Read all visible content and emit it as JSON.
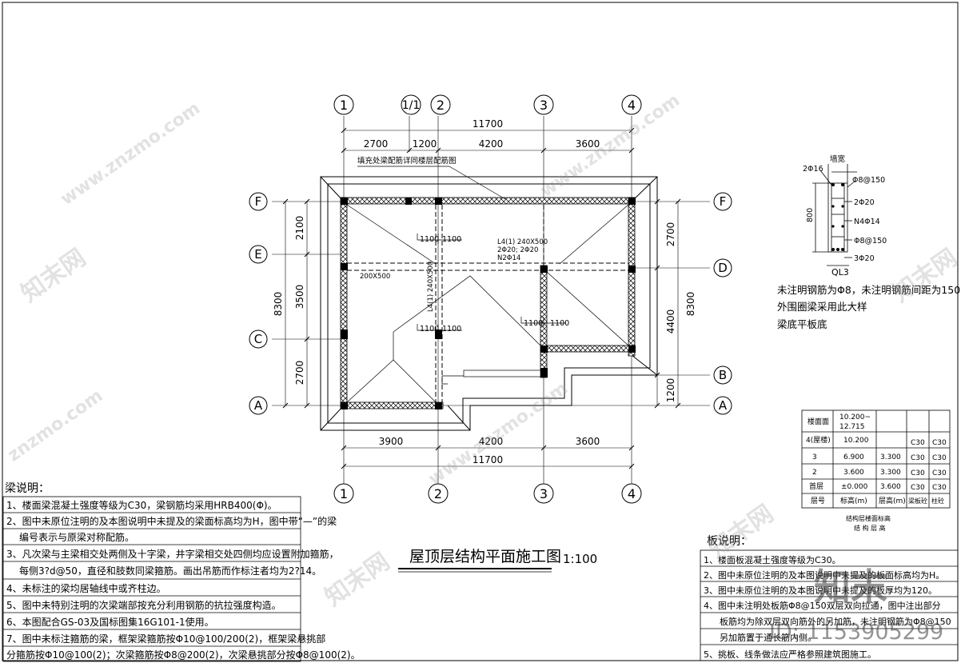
{
  "drawing": {
    "title": "屋顶层结构平面施工图",
    "scale": "1:100",
    "axes_top": [
      "1",
      "1/1",
      "2",
      "3",
      "4"
    ],
    "axes_bottom": [
      "1",
      "2",
      "3",
      "4"
    ],
    "axes_left": [
      "F",
      "E",
      "C",
      "A"
    ],
    "axes_right": [
      "F",
      "D",
      "B",
      "A"
    ],
    "dims_top_total": "11700",
    "dims_top": [
      "2700",
      "1200",
      "4200",
      "3600"
    ],
    "dims_bottom": [
      "3900",
      "4200",
      "3600"
    ],
    "dims_bottom_total": "11700",
    "dims_left": [
      "2100",
      "3500",
      "2700"
    ],
    "dims_left_total": "8300",
    "dims_right": [
      "2700",
      "4400",
      "1200"
    ],
    "dims_right_total": "8300",
    "leader_note": "填充处梁配筋详同楼层配筋图",
    "beam_labels": {
      "l4_right": [
        "L4(1) 240X500",
        "2Φ20; 2Φ20",
        "N2Φ14"
      ],
      "l4_left_rot": "L4(1) 240X500",
      "beam_200": "200X500",
      "haunch_a": [
        "1100",
        "1100"
      ],
      "haunch_b": [
        "1100",
        "1100"
      ],
      "haunch_c": [
        "1100",
        "1100"
      ]
    }
  },
  "detail": {
    "title": "QL3",
    "wall_label": "墙宽",
    "dim_800": "800",
    "bars": [
      "2Φ16",
      "Φ8@150",
      "2Φ20",
      "N4Φ14",
      "Φ8@150",
      "3Φ20"
    ],
    "notes": [
      "未注明钢筋为Φ8，未注明钢筋间距为150",
      "外围圈梁采用此大样",
      "梁底平板底"
    ]
  },
  "level_table": {
    "rows": [
      [
        "楼面面",
        "10.200~\n12.715",
        "",
        "",
        ""
      ],
      [
        "4(屋楼)",
        "10.200",
        "",
        "C30",
        "C30"
      ],
      [
        "3",
        "6.900",
        "3.300",
        "C30",
        "C30"
      ],
      [
        "2",
        "3.600",
        "3.300",
        "C30",
        "C30"
      ],
      [
        "首层",
        "±0.000",
        "3.600",
        "C30",
        "C30"
      ],
      [
        "层号",
        "标高(m)",
        "层高(m)",
        "梁板砼",
        "柱砼"
      ]
    ],
    "caption": [
      "结构层楼面标高",
      "结 构 层 高"
    ]
  },
  "beam_notes": {
    "heading": "梁说明：",
    "items": [
      "1、楼面梁混凝土强度等级为C30，梁钢筋均采用HRB400(Φ)。",
      "2、图中未原位注明的及本图说明中未提及的梁面标高均为H，图中带“—”的梁",
      "编号表示与原梁对称配筋。",
      "3、凡次梁与主梁相交处两侧及十字梁，井字梁相交处四侧均应设置附加箍筋，",
      "每侧3?d@50，直径和肢数同梁箍筋。画出吊筋而作标注者均为2?14。",
      "4、未标注的梁均居轴线中或齐柱边。",
      "5、图中未特别注明的次梁端部按充分利用钢筋的抗拉强度构造。",
      "6、本图配合GS-03及国标图集16G101-1使用。",
      "7、图中未标注箍筋的梁，框架梁箍筋按Φ10@100/200(2)，框架梁悬挑部",
      "分箍筋按Φ10@100(2)；次梁箍筋按Φ8@200(2)，次梁悬挑部分按Φ8@100(2)。"
    ]
  },
  "slab_notes": {
    "heading": "板说明：",
    "items": [
      "1、楼面板混凝土强度等级为C30。",
      "2、图中未原位注明的及本图说明中未提及的板面标高均为H。",
      "3、图中未原位注明的及本图说明中未提及的板厚均为120。",
      "4、图中未注明处板筋Φ8@150双层双向拉通，图中注出部分",
      "板筋均为除双层双向筋外的另加筋，未注明钢筋为Φ8@150",
      "另加筋置于通长筋内侧。",
      "5、挑板、线条做法应严格参照建筑图施工。"
    ]
  },
  "watermarks": {
    "brand": "知末",
    "id": "ID: 1153905299",
    "site": "www.znzmo.com",
    "site_short": "znzmo.com",
    "cn": "知末网"
  }
}
